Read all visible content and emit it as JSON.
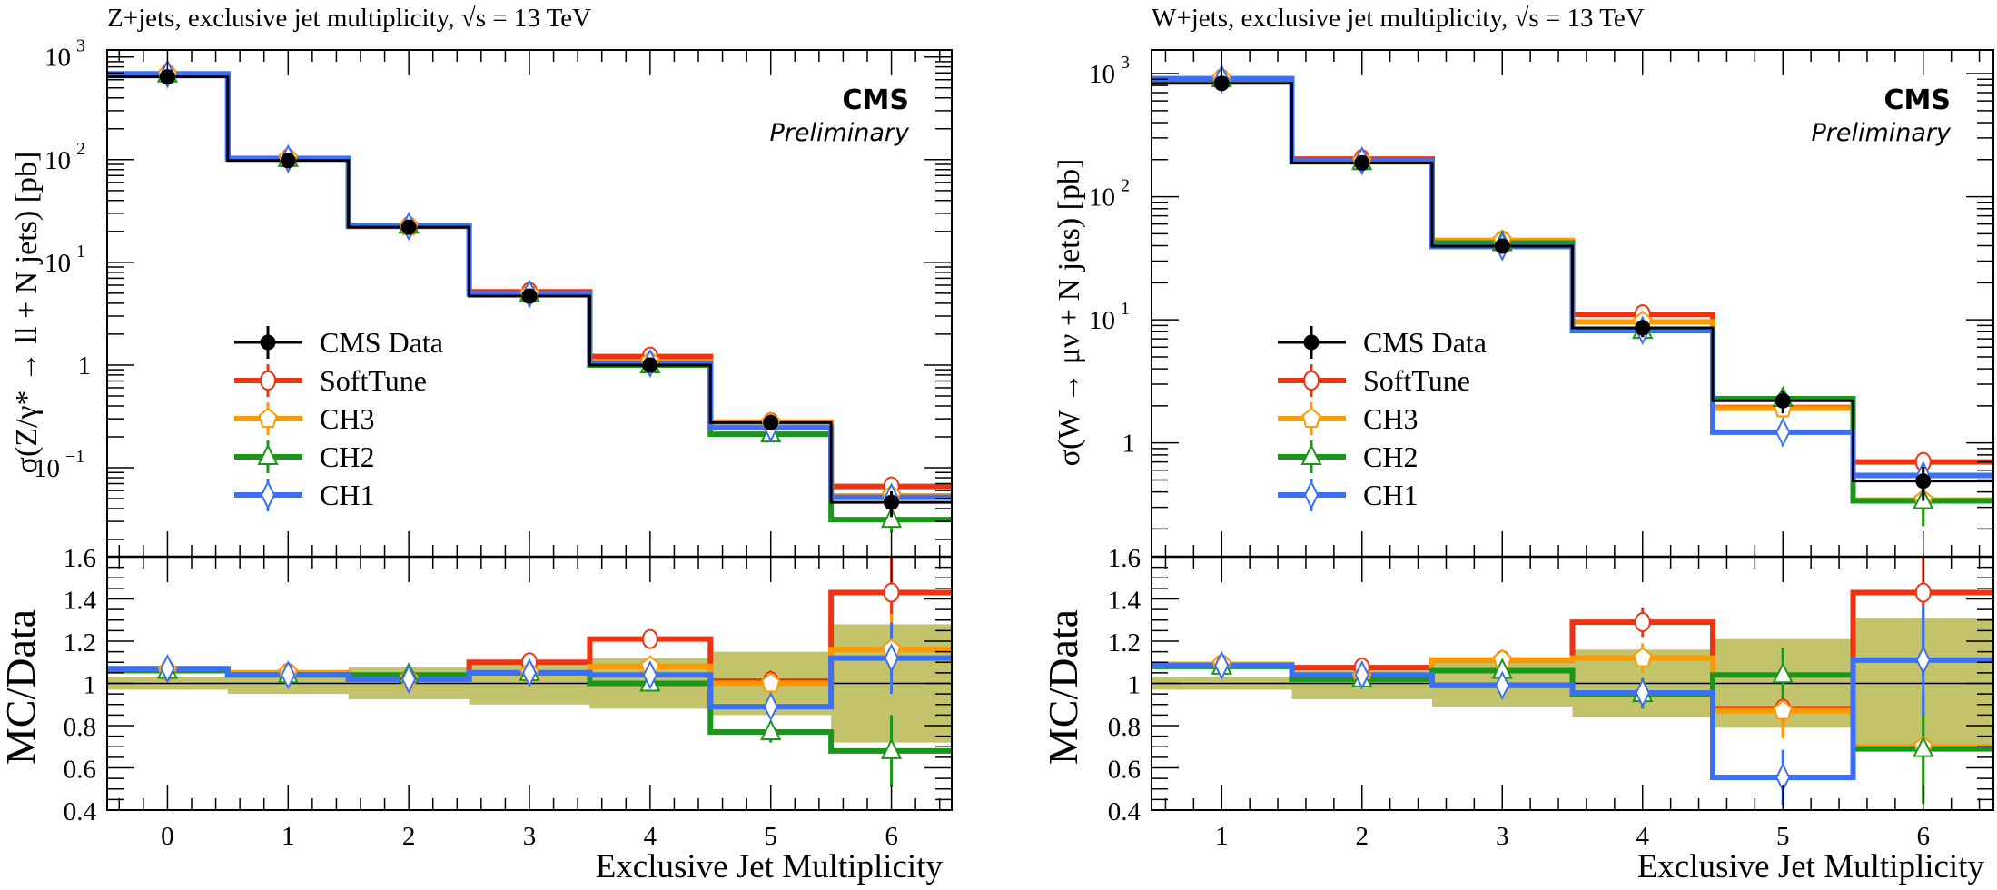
{
  "chart_data": [
    {
      "type": "bar",
      "style": "step-histogram-with-ratio",
      "title": "Z+jets, exclusive jet multiplicity, √s = 13 TeV",
      "xlabel": "Exclusive Jet Multiplicity",
      "ylabel": "σ(Z/γ* → ll + N jets) [pb]",
      "ratio_ylabel": "MC/Data",
      "yscale": "log",
      "categories": [
        0,
        1,
        2,
        3,
        4,
        5,
        6
      ],
      "x_tick_labels": [
        "0",
        "1",
        "2",
        "3",
        "4",
        "5",
        "6"
      ],
      "xlim": [
        -0.5,
        6.5
      ],
      "ylim": [
        0.0136,
        1170
      ],
      "ratio_ylim": [
        0.4,
        1.6
      ],
      "y_ticks": [
        {
          "value": 1000,
          "base": "10",
          "exp": "3"
        },
        {
          "value": 100,
          "base": "10",
          "exp": "2"
        },
        {
          "value": 10,
          "base": "10",
          "exp": "1"
        },
        {
          "value": 1,
          "base": "1",
          "exp": ""
        },
        {
          "value": 0.1,
          "base": "10",
          "exp": "−1"
        }
      ],
      "ratio_ticks": [
        {
          "value": 1.6,
          "label": "1.6"
        },
        {
          "value": 1.4,
          "label": "1.4"
        },
        {
          "value": 1.2,
          "label": "1.2"
        },
        {
          "value": 1.0,
          "label": "1"
        },
        {
          "value": 0.8,
          "label": "0.8"
        },
        {
          "value": 0.6,
          "label": "0.6"
        },
        {
          "value": 0.4,
          "label": "0.4"
        }
      ],
      "legend": "center-left",
      "annotation": {
        "experiment": "CMS",
        "status": "Preliminary"
      },
      "data": {
        "name": "CMS Data",
        "color": "#000000",
        "values": [
          640,
          98,
          22,
          4.7,
          1.0,
          0.275,
          0.046
        ]
      },
      "data_rel_unc_band": [
        0.03,
        0.05,
        0.075,
        0.1,
        0.12,
        0.15,
        0.28
      ],
      "band_color": "#c3c36b",
      "mc_ratio_err": [
        0.01,
        0.01,
        0.02,
        0.02,
        0.02,
        0.05,
        0.17
      ],
      "series": [
        {
          "name": "SoftTune",
          "color": "#ee3311",
          "marker": "circle",
          "ratio": [
            1.06,
            1.05,
            1.02,
            1.1,
            1.21,
            1.01,
            1.43
          ]
        },
        {
          "name": "CH3",
          "color": "#ff9900",
          "marker": "pentagon",
          "ratio": [
            1.06,
            1.05,
            1.02,
            1.05,
            1.08,
            1.0,
            1.16
          ]
        },
        {
          "name": "CH2",
          "color": "#1a961a",
          "marker": "triangle",
          "ratio": [
            1.06,
            1.04,
            1.04,
            1.05,
            1.0,
            0.77,
            0.68
          ]
        },
        {
          "name": "CH1",
          "color": "#3b6ff5",
          "marker": "diamond",
          "ratio": [
            1.07,
            1.04,
            1.02,
            1.05,
            1.04,
            0.89,
            1.12
          ]
        }
      ]
    },
    {
      "type": "bar",
      "style": "step-histogram-with-ratio",
      "title": "W+jets, exclusive jet multiplicity, √s = 13 TeV",
      "xlabel": "Exclusive Jet Multiplicity",
      "ylabel": "σ(W → μν + N jets) [pb]",
      "ratio_ylabel": "MC/Data",
      "yscale": "log",
      "categories": [
        1,
        2,
        3,
        4,
        5,
        6
      ],
      "x_tick_labels": [
        "1",
        "2",
        "3",
        "4",
        "5",
        "6"
      ],
      "xlim": [
        0.5,
        6.5
      ],
      "ylim": [
        0.119,
        1556
      ],
      "ratio_ylim": [
        0.4,
        1.6
      ],
      "y_ticks": [
        {
          "value": 1000,
          "base": "10",
          "exp": "3"
        },
        {
          "value": 100,
          "base": "10",
          "exp": "2"
        },
        {
          "value": 10,
          "base": "10",
          "exp": "1"
        },
        {
          "value": 1,
          "base": "1",
          "exp": ""
        }
      ],
      "ratio_ticks": [
        {
          "value": 1.6,
          "label": "1.6"
        },
        {
          "value": 1.4,
          "label": "1.4"
        },
        {
          "value": 1.2,
          "label": "1.2"
        },
        {
          "value": 1.0,
          "label": "1"
        },
        {
          "value": 0.8,
          "label": "0.8"
        },
        {
          "value": 0.6,
          "label": "0.6"
        },
        {
          "value": 0.4,
          "label": "0.4"
        }
      ],
      "legend": "center-left",
      "annotation": {
        "experiment": "CMS",
        "status": "Preliminary"
      },
      "data": {
        "name": "CMS Data",
        "color": "#000000",
        "values": [
          834,
          188,
          39.7,
          8.6,
          2.2,
          0.49
        ]
      },
      "data_rel_unc_band": [
        0.03,
        0.075,
        0.11,
        0.16,
        0.21,
        0.31
      ],
      "band_color": "#c3c36b",
      "mc_ratio_err": [
        0.01,
        0.01,
        0.02,
        0.07,
        0.13,
        0.26
      ],
      "series": [
        {
          "name": "SoftTune",
          "color": "#ee3311",
          "marker": "circle",
          "ratio": [
            1.09,
            1.075,
            1.11,
            1.29,
            0.88,
            1.43
          ]
        },
        {
          "name": "CH3",
          "color": "#ff9900",
          "marker": "pentagon",
          "ratio": [
            1.09,
            1.03,
            1.11,
            1.12,
            0.87,
            0.7
          ]
        },
        {
          "name": "CH2",
          "color": "#1a961a",
          "marker": "triangle",
          "ratio": [
            1.08,
            1.02,
            1.06,
            0.95,
            1.04,
            0.69
          ]
        },
        {
          "name": "CH1",
          "color": "#3b6ff5",
          "marker": "diamond",
          "ratio": [
            1.085,
            1.04,
            0.99,
            0.955,
            0.555,
            1.11
          ]
        }
      ]
    }
  ]
}
